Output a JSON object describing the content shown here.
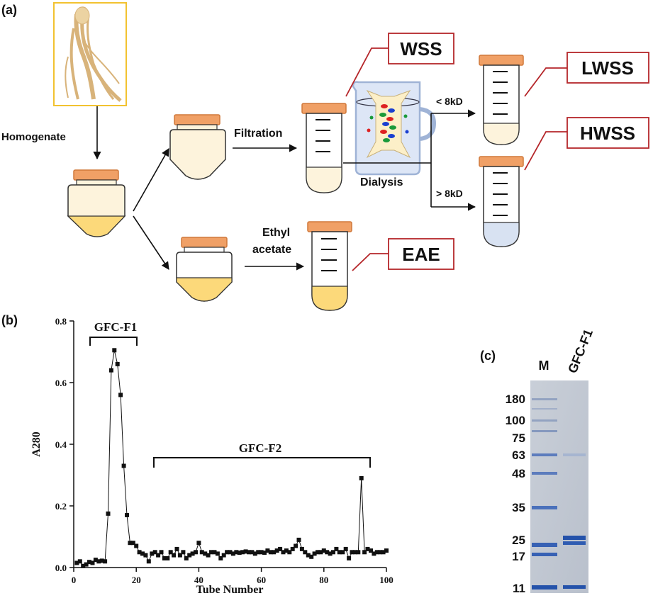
{
  "panels": {
    "a": "(a)",
    "b": "(b)",
    "c": "(c)"
  },
  "scheme": {
    "homogenate": "Homogenate",
    "filtration": "Filtration",
    "dialysis": "Dialysis",
    "ethyl_line1": "Ethyl",
    "ethyl_line2": "acetate",
    "lt8": "< 8kD",
    "gt8": "> 8kD",
    "wss": "WSS",
    "lwss": "LWSS",
    "hwss": "HWSS",
    "eae": "EAE"
  },
  "colors": {
    "cap": "#f0a066",
    "cap_edge": "#d0783a",
    "body_fill": "#fdf3dc",
    "liquid_yellow": "#fcd97a",
    "liquid_blue": "#d8e2f2",
    "callout_red": "#b5262a",
    "photo_border": "#f2c230"
  },
  "chart_data": {
    "type": "scatter",
    "xlabel": "Tube Number",
    "ylabel": "A280",
    "xlim": [
      0,
      100
    ],
    "ylim": [
      0,
      0.8
    ],
    "xticks": [
      "0",
      "20",
      "40",
      "60",
      "80",
      "100"
    ],
    "yticks": [
      "0.0",
      "0.2",
      "0.4",
      "0.6",
      "0.8"
    ],
    "annotations": [
      "GFC-F1",
      "GFC-F2"
    ],
    "x": [
      1,
      2,
      3,
      4,
      5,
      6,
      7,
      8,
      9,
      10,
      11,
      12,
      13,
      14,
      15,
      16,
      17,
      18,
      19,
      20,
      21,
      22,
      23,
      24,
      25,
      26,
      27,
      28,
      29,
      30,
      31,
      32,
      33,
      34,
      35,
      36,
      37,
      38,
      39,
      40,
      41,
      42,
      43,
      44,
      45,
      46,
      47,
      48,
      49,
      50,
      51,
      52,
      53,
      54,
      55,
      56,
      57,
      58,
      59,
      60,
      61,
      62,
      63,
      64,
      65,
      66,
      67,
      68,
      69,
      70,
      71,
      72,
      73,
      74,
      75,
      76,
      77,
      78,
      79,
      80,
      81,
      82,
      83,
      84,
      85,
      86,
      87,
      88,
      89,
      90,
      91,
      92,
      93,
      94,
      95,
      96,
      97,
      98,
      99,
      100
    ],
    "y": [
      0.015,
      0.02,
      0.005,
      0.01,
      0.018,
      0.015,
      0.025,
      0.02,
      0.022,
      0.02,
      0.175,
      0.64,
      0.705,
      0.66,
      0.56,
      0.33,
      0.17,
      0.08,
      0.08,
      0.07,
      0.05,
      0.045,
      0.04,
      0.02,
      0.045,
      0.05,
      0.04,
      0.05,
      0.03,
      0.03,
      0.05,
      0.04,
      0.06,
      0.04,
      0.05,
      0.03,
      0.04,
      0.045,
      0.05,
      0.08,
      0.05,
      0.045,
      0.04,
      0.05,
      0.05,
      0.045,
      0.03,
      0.04,
      0.05,
      0.05,
      0.045,
      0.05,
      0.048,
      0.05,
      0.052,
      0.05,
      0.05,
      0.045,
      0.05,
      0.05,
      0.048,
      0.055,
      0.05,
      0.05,
      0.055,
      0.06,
      0.05,
      0.055,
      0.05,
      0.06,
      0.07,
      0.09,
      0.06,
      0.05,
      0.04,
      0.035,
      0.045,
      0.05,
      0.05,
      0.055,
      0.05,
      0.045,
      0.05,
      0.06,
      0.05,
      0.05,
      0.06,
      0.03,
      0.05,
      0.05,
      0.05,
      0.29,
      0.05,
      0.06,
      0.055,
      0.045,
      0.05,
      0.05,
      0.05,
      0.055
    ]
  },
  "gel": {
    "lane_labels": [
      "M",
      "GFC-F1"
    ],
    "markers": [
      "180",
      "100",
      "75",
      "63",
      "48",
      "35",
      "25",
      "17",
      "11"
    ]
  }
}
